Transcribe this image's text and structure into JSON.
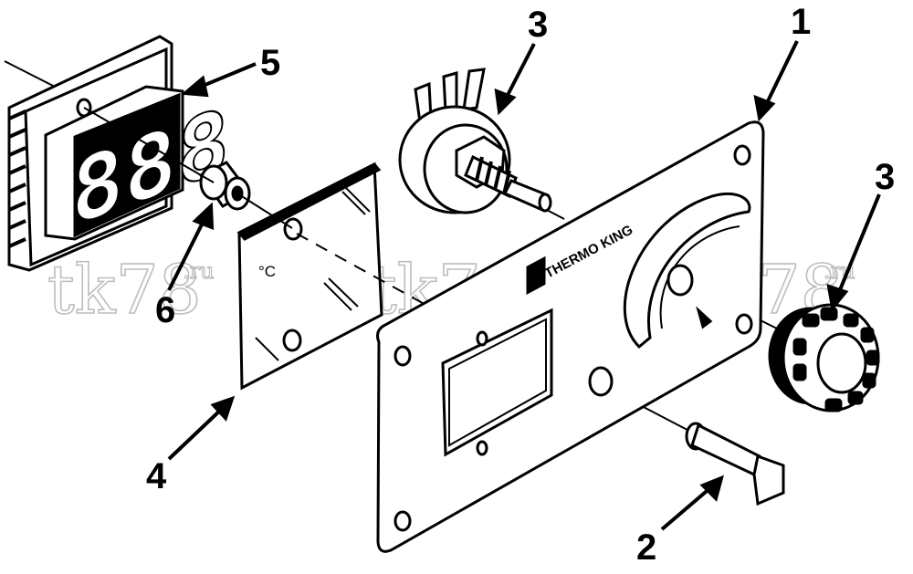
{
  "diagram": {
    "callouts": {
      "panel": "1",
      "switch": "2",
      "potentiometer": "3",
      "knob": "3",
      "lens": "4",
      "display": "5",
      "spacer": "6"
    },
    "brand_text": "THERMO KING",
    "unit_text": "°C",
    "display_digits": "888",
    "watermark": {
      "main": "tk78",
      "suffix": ".ru"
    }
  }
}
